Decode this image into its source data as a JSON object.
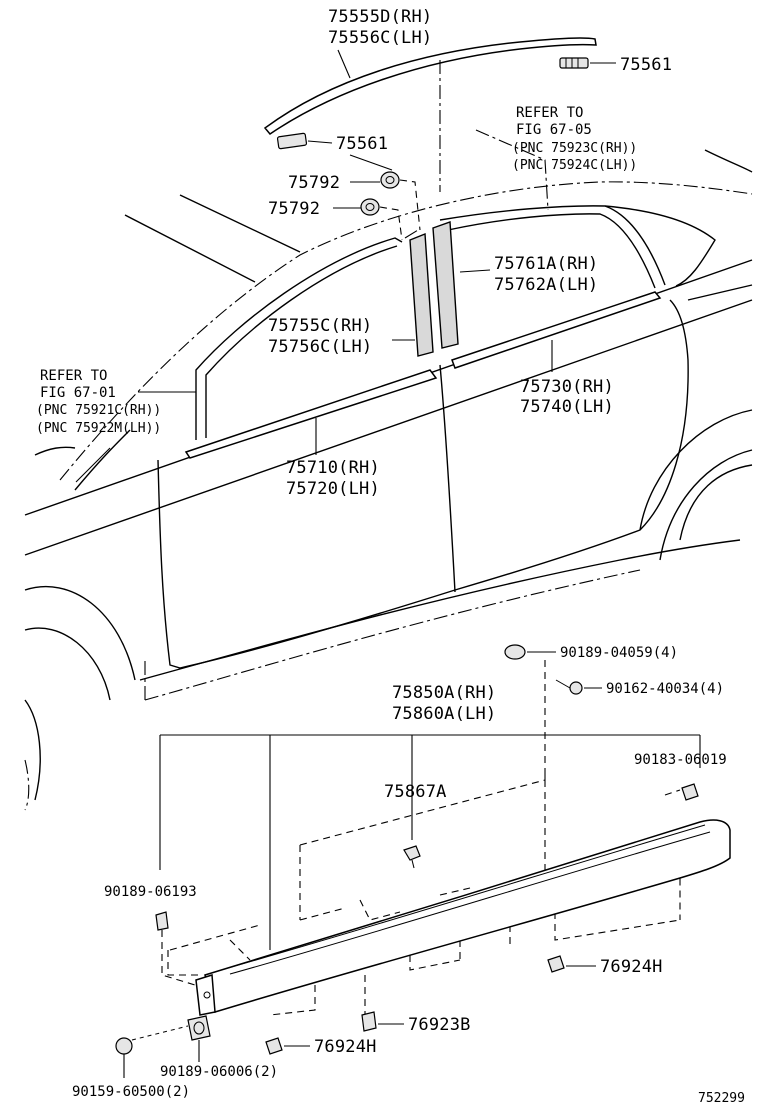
{
  "labels": {
    "p75555d": "75555D(RH)",
    "p75556c": "75556C(LH)",
    "p75561_top": "75561",
    "p75561_mid": "75561",
    "refer_right_1": "REFER TO",
    "refer_right_2": "FIG 67-05",
    "refer_right_3": "(PNC 75923C(RH))",
    "refer_right_4": "(PNC 75924C(LH))",
    "p75792_a": "75792",
    "p75792_b": "75792",
    "p75761a": "75761A(RH)",
    "p75762a": "75762A(LH)",
    "p75755c": "75755C(RH)",
    "p75756c": "75756C(LH)",
    "refer_left_1": "REFER TO",
    "refer_left_2": "FIG 67-01",
    "refer_left_3": "(PNC 75921C(RH))",
    "refer_left_4": "(PNC 75922M(LH))",
    "p75730": "75730(RH)",
    "p75740": "75740(LH)",
    "p75710": "75710(RH)",
    "p75720": "75720(LH)",
    "p90189_04059": "90189-04059(4)",
    "p90162_40034": "90162-40034(4)",
    "p75850a": "75850A(RH)",
    "p75860a": "75860A(LH)",
    "p90183_06019": "90183-06019",
    "p75867a": "75867A",
    "p90189_06193": "90189-06193",
    "p76924h_right": "76924H",
    "p76923b": "76923B",
    "p76924h_bottom": "76924H",
    "p90189_06006": "90189-06006(2)",
    "p90159_60500": "90159-60500(2)",
    "drawing_no": "752299"
  },
  "icons": {
    "clip": "fastener-clip-icon",
    "grommet": "grommet-icon",
    "screw": "screw-icon",
    "nut": "nut-icon"
  }
}
